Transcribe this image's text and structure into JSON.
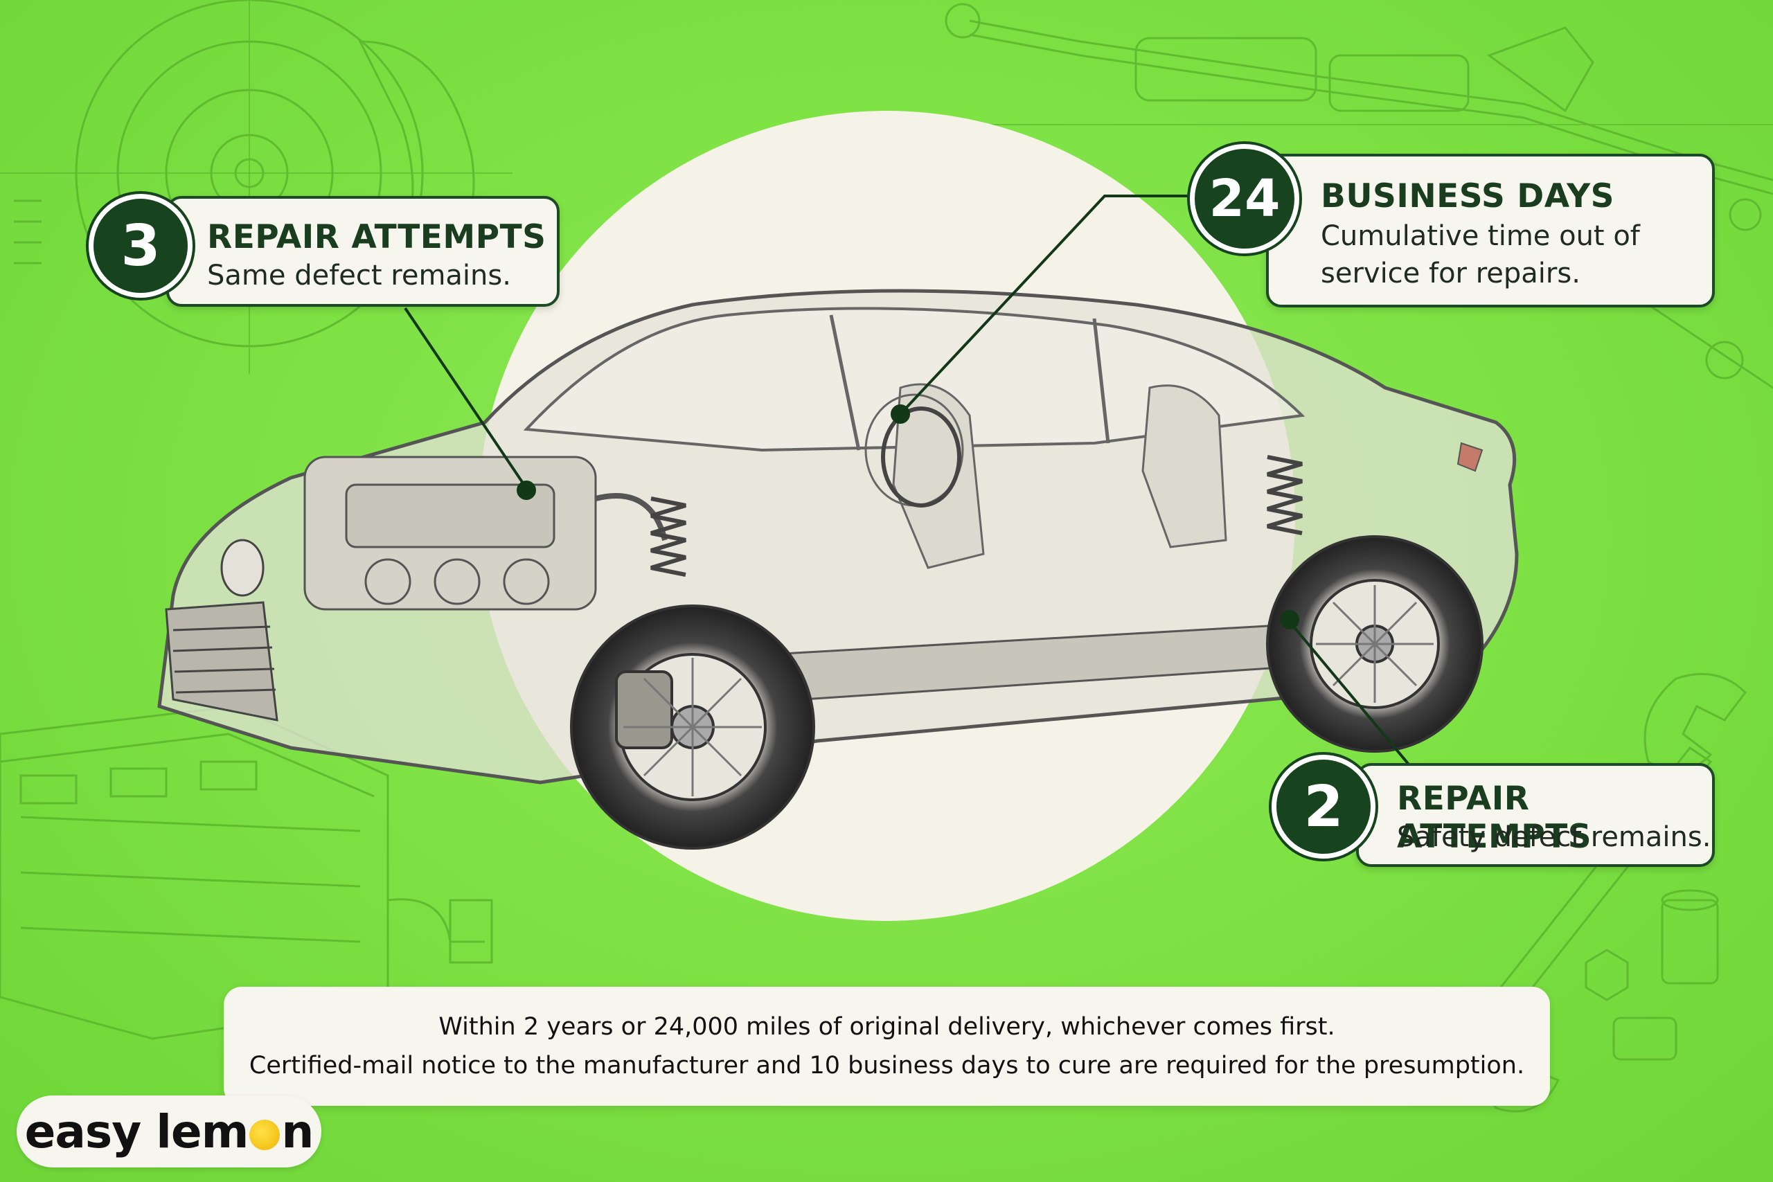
{
  "callouts": [
    {
      "number": "3",
      "title": "REPAIR ATTEMPTS",
      "description": "Same defect remains."
    },
    {
      "number": "24",
      "title": "BUSINESS DAYS",
      "description_line1": "Cumulative time out of",
      "description_line2": "service for repairs."
    },
    {
      "number": "2",
      "title": "REPAIR ATTEMPTS",
      "description": "Safety defect remains."
    }
  ],
  "note": {
    "line1": "Within 2 years or 24,000 miles of original delivery, whichever comes first.",
    "line2": "Certified-mail notice to the manufacturer and 10 business days to cure are required for the presumption."
  },
  "logo": {
    "part1": "easy lem",
    "part2": "n"
  },
  "colors": {
    "background": "#7fe245",
    "badge": "#17441f",
    "card": "#f7f6ee",
    "circle": "#f5f3e7"
  },
  "icons": [
    "brake-disc-icon",
    "steering-rack-icon",
    "battery-pack-icon",
    "wrench-icon",
    "socket-icon",
    "nut-icon",
    "car-cutaway-icon",
    "lemon-icon"
  ]
}
